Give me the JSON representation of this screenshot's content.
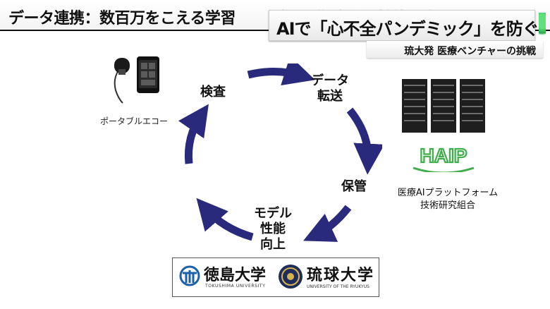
{
  "slide": {
    "title": "データ連携：数百万をこえる学習",
    "title_gray": "データ集積・AI性能の向上"
  },
  "headline": {
    "main": "AIで「心不全パンデミック」を防ぐ",
    "sub": "琉大発 医療ベンチャーの挑戦"
  },
  "device": {
    "label": "ポータブルエコー"
  },
  "cycle": {
    "exam": "検査",
    "transfer": "データ\n転送",
    "store": "保管",
    "improve": "モデル\n性能\n向上"
  },
  "consortium": {
    "logo_text": "HAIP",
    "line1": "医療AIプラットフォーム",
    "line2": "技術研究組合"
  },
  "universities": {
    "tokushima": {
      "name": "徳島大学",
      "sub": "TOKUSHIMA UNIVERSITY"
    },
    "ryukyus": {
      "name": "琉球大学",
      "sub": "UNIVERSITY OF THE RYUKYUS"
    }
  },
  "colors": {
    "arrow": "#2a2a7c",
    "haip_green": "#3fae4a",
    "tokushima_blue": "#1d5fa8",
    "ryukyu_navy": "#1f2d5a"
  },
  "icons": [
    "portable-echo-device-icon",
    "server-rack-icon",
    "haip-logo",
    "tokushima-university-emblem",
    "ryukyu-university-emblem"
  ]
}
